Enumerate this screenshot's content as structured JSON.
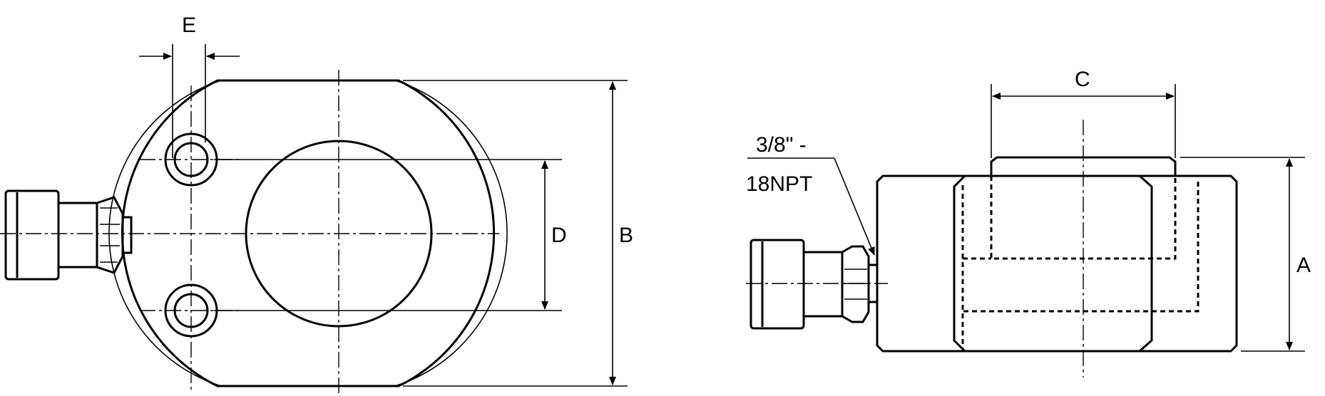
{
  "drawing": {
    "labels": {
      "E": "E",
      "D": "D",
      "B": "B",
      "C": "C",
      "A": "A",
      "port_line1": "3/8\" -",
      "port_line2": "18NPT"
    }
  }
}
